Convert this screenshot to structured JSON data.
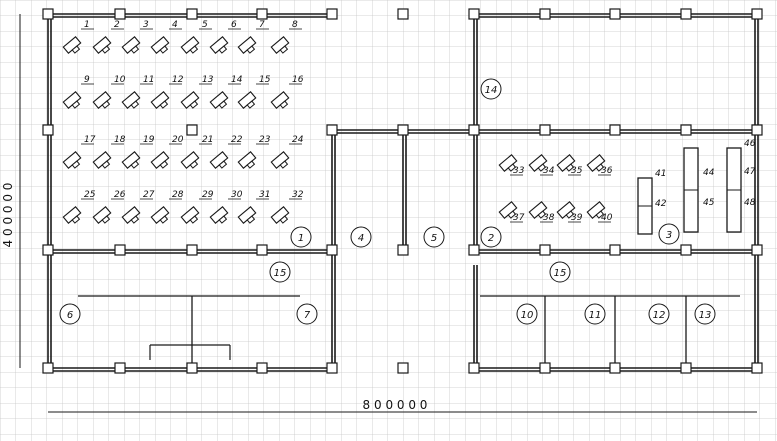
{
  "dimensions": {
    "width_label": "8 0 0 0 0 0",
    "height_label": "4 0 0 0 0 0"
  },
  "workstations": [
    "1",
    "2",
    "3",
    "4",
    "5",
    "6",
    "7",
    "8",
    "9",
    "10",
    "11",
    "12",
    "13",
    "14",
    "15",
    "16",
    "17",
    "18",
    "19",
    "20",
    "21",
    "22",
    "23",
    "24",
    "25",
    "26",
    "27",
    "28",
    "29",
    "30",
    "31",
    "32",
    "33",
    "34",
    "35",
    "36",
    "37",
    "38",
    "39",
    "40"
  ],
  "racks": [
    "41",
    "42",
    "44",
    "45",
    "46",
    "47",
    "48"
  ],
  "zones": [
    "1",
    "2",
    "3",
    "4",
    "5",
    "6",
    "7",
    "10",
    "11",
    "12",
    "13",
    "14",
    "15",
    "15"
  ],
  "colors": {
    "line": "#1a1a1a",
    "grid": "#c8c8c8",
    "paper": "#ffffff"
  }
}
